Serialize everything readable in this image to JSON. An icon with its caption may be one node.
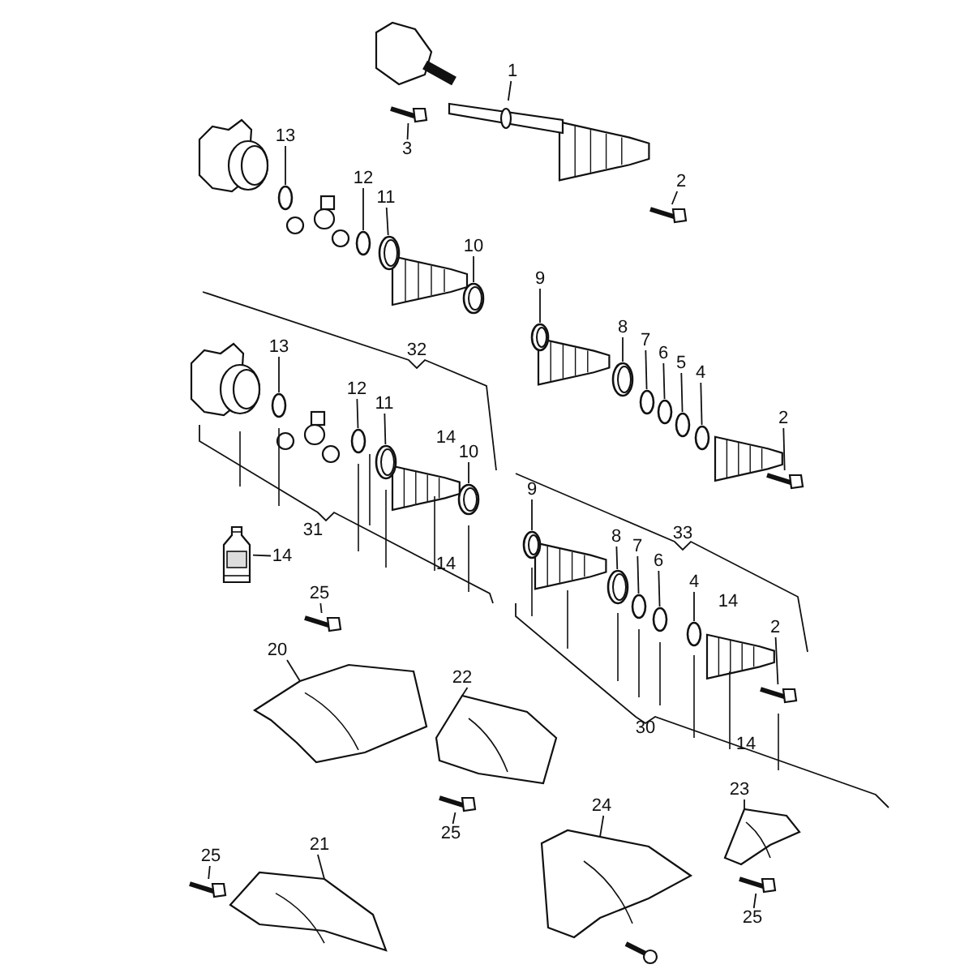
{
  "diagram": {
    "nodes": [
      {
        "text": [
          "1"
        ]
      },
      {
        "text": [],
        "shape": "picture"
      },
      {
        "text": [
          "3"
        ]
      },
      {
        "text": [],
        "shape": "picture"
      },
      {
        "text": [
          "2"
        ]
      },
      {
        "text": [],
        "shape": "picture"
      },
      {
        "text": [
          "13"
        ]
      },
      {
        "text": [],
        "shape": "circle"
      },
      {
        "text": [
          "12"
        ]
      },
      {
        "text": [],
        "shape": "circle"
      },
      {
        "text": [
          "11"
        ]
      },
      {
        "text": [],
        "shape": "circle"
      },
      {
        "text": [
          "10"
        ]
      },
      {
        "text": [],
        "shape": "circle"
      },
      {
        "text": [
          "9"
        ]
      },
      {
        "text": [],
        "shape": "circle"
      },
      {
        "text": [
          "8"
        ]
      },
      {
        "text": [],
        "shape": "circle"
      },
      {
        "text": [
          "7"
        ]
      },
      {
        "text": [],
        "shape": "circle"
      },
      {
        "text": [
          "6"
        ]
      },
      {
        "text": [],
        "shape": "circle"
      },
      {
        "text": [
          "5"
        ]
      },
      {
        "text": [],
        "shape": "circle"
      },
      {
        "text": [
          "4"
        ]
      },
      {
        "text": [],
        "shape": "circle"
      },
      {
        "text": [
          "2"
        ]
      },
      {
        "text": [],
        "shape": "picture"
      },
      {
        "text": [
          "13"
        ]
      },
      {
        "text": [],
        "shape": "circle"
      },
      {
        "text": [
          "12"
        ]
      },
      {
        "text": [],
        "shape": "circle"
      },
      {
        "text": [
          "11"
        ]
      },
      {
        "text": [],
        "shape": "circle"
      },
      {
        "text": [
          "10"
        ]
      },
      {
        "text": [],
        "shape": "circle"
      },
      {
        "text": [
          "14"
        ]
      },
      {
        "text": [],
        "shape": "picture"
      },
      {
        "text": [
          "9"
        ]
      },
      {
        "text": [],
        "shape": "circle"
      },
      {
        "text": [
          "8"
        ]
      },
      {
        "text": [],
        "shape": "circle"
      },
      {
        "text": [
          "7"
        ]
      },
      {
        "text": [],
        "shape": "circle"
      },
      {
        "text": [
          "6"
        ]
      },
      {
        "text": [],
        "shape": "circle"
      },
      {
        "text": [
          "4"
        ]
      },
      {
        "text": [],
        "shape": "circle"
      },
      {
        "text": [
          "2"
        ]
      },
      {
        "text": [],
        "shape": "picture"
      },
      {
        "text": [
          "25"
        ]
      },
      {
        "text": [],
        "shape": "picture"
      },
      {
        "text": [
          "20"
        ]
      },
      {
        "text": [],
        "shape": "picture"
      },
      {
        "text": [
          "22"
        ]
      },
      {
        "text": [],
        "shape": "picture"
      },
      {
        "text": [
          "25"
        ]
      },
      {
        "text": [],
        "shape": "picture"
      },
      {
        "text": [
          "25"
        ]
      },
      {
        "text": [],
        "shape": "picture"
      },
      {
        "text": [
          "21"
        ]
      },
      {
        "text": [],
        "shape": "picture"
      },
      {
        "text": [
          "24"
        ]
      },
      {
        "text": [],
        "shape": "picture"
      },
      {
        "text": [
          "23"
        ]
      },
      {
        "text": [],
        "shape": "picture"
      },
      {
        "text": [
          "25"
        ]
      },
      {
        "text": [],
        "shape": "picture"
      }
    ],
    "edges": [
      {
        "from": 0,
        "to": 1,
        "arrow": "none"
      },
      {
        "from": 2,
        "to": 3,
        "arrow": "none"
      },
      {
        "from": 4,
        "to": 5,
        "arrow": "none"
      },
      {
        "from": 6,
        "to": 7,
        "arrow": "none"
      },
      {
        "from": 8,
        "to": 9,
        "arrow": "none"
      },
      {
        "from": 10,
        "to": 11,
        "arrow": "none"
      },
      {
        "from": 12,
        "to": 13,
        "arrow": "none"
      },
      {
        "from": 14,
        "to": 15,
        "arrow": "none"
      },
      {
        "from": 16,
        "to": 17,
        "arrow": "none"
      },
      {
        "from": 18,
        "to": 19,
        "arrow": "none"
      },
      {
        "from": 20,
        "to": 21,
        "arrow": "none"
      },
      {
        "from": 22,
        "to": 23,
        "arrow": "none"
      },
      {
        "from": 24,
        "to": 25,
        "arrow": "none"
      },
      {
        "from": 26,
        "to": 27,
        "arrow": "none"
      },
      {
        "from": 28,
        "to": 29,
        "arrow": "none"
      },
      {
        "from": 30,
        "to": 31,
        "arrow": "none"
      },
      {
        "from": 32,
        "to": 33,
        "arrow": "none"
      },
      {
        "from": 34,
        "to": 35,
        "arrow": "none"
      },
      {
        "from": 36,
        "to": 37,
        "arrow": "none"
      },
      {
        "from": 38,
        "to": 39,
        "arrow": "none"
      },
      {
        "from": 40,
        "to": 41,
        "arrow": "none"
      },
      {
        "from": 42,
        "to": 43,
        "arrow": "none"
      },
      {
        "from": 44,
        "to": 45,
        "arrow": "none"
      },
      {
        "from": 46,
        "to": 47,
        "arrow": "none"
      },
      {
        "from": 48,
        "to": 49,
        "arrow": "none"
      },
      {
        "from": 50,
        "to": 51,
        "arrow": "none"
      },
      {
        "from": 52,
        "to": 53,
        "arrow": "none"
      },
      {
        "from": 54,
        "to": 55,
        "arrow": "none"
      },
      {
        "from": 56,
        "to": 57,
        "arrow": "none"
      },
      {
        "from": 58,
        "to": 59,
        "arrow": "none"
      },
      {
        "from": 60,
        "to": 61,
        "arrow": "none"
      },
      {
        "from": 62,
        "to": 63,
        "arrow": "none"
      },
      {
        "from": 64,
        "to": 65,
        "arrow": "none"
      },
      {
        "from": 66,
        "to": 67,
        "arrow": "none"
      }
    ],
    "labels": [
      "32",
      "14",
      "31",
      "33",
      "14",
      "14",
      "30",
      "14"
    ]
  }
}
